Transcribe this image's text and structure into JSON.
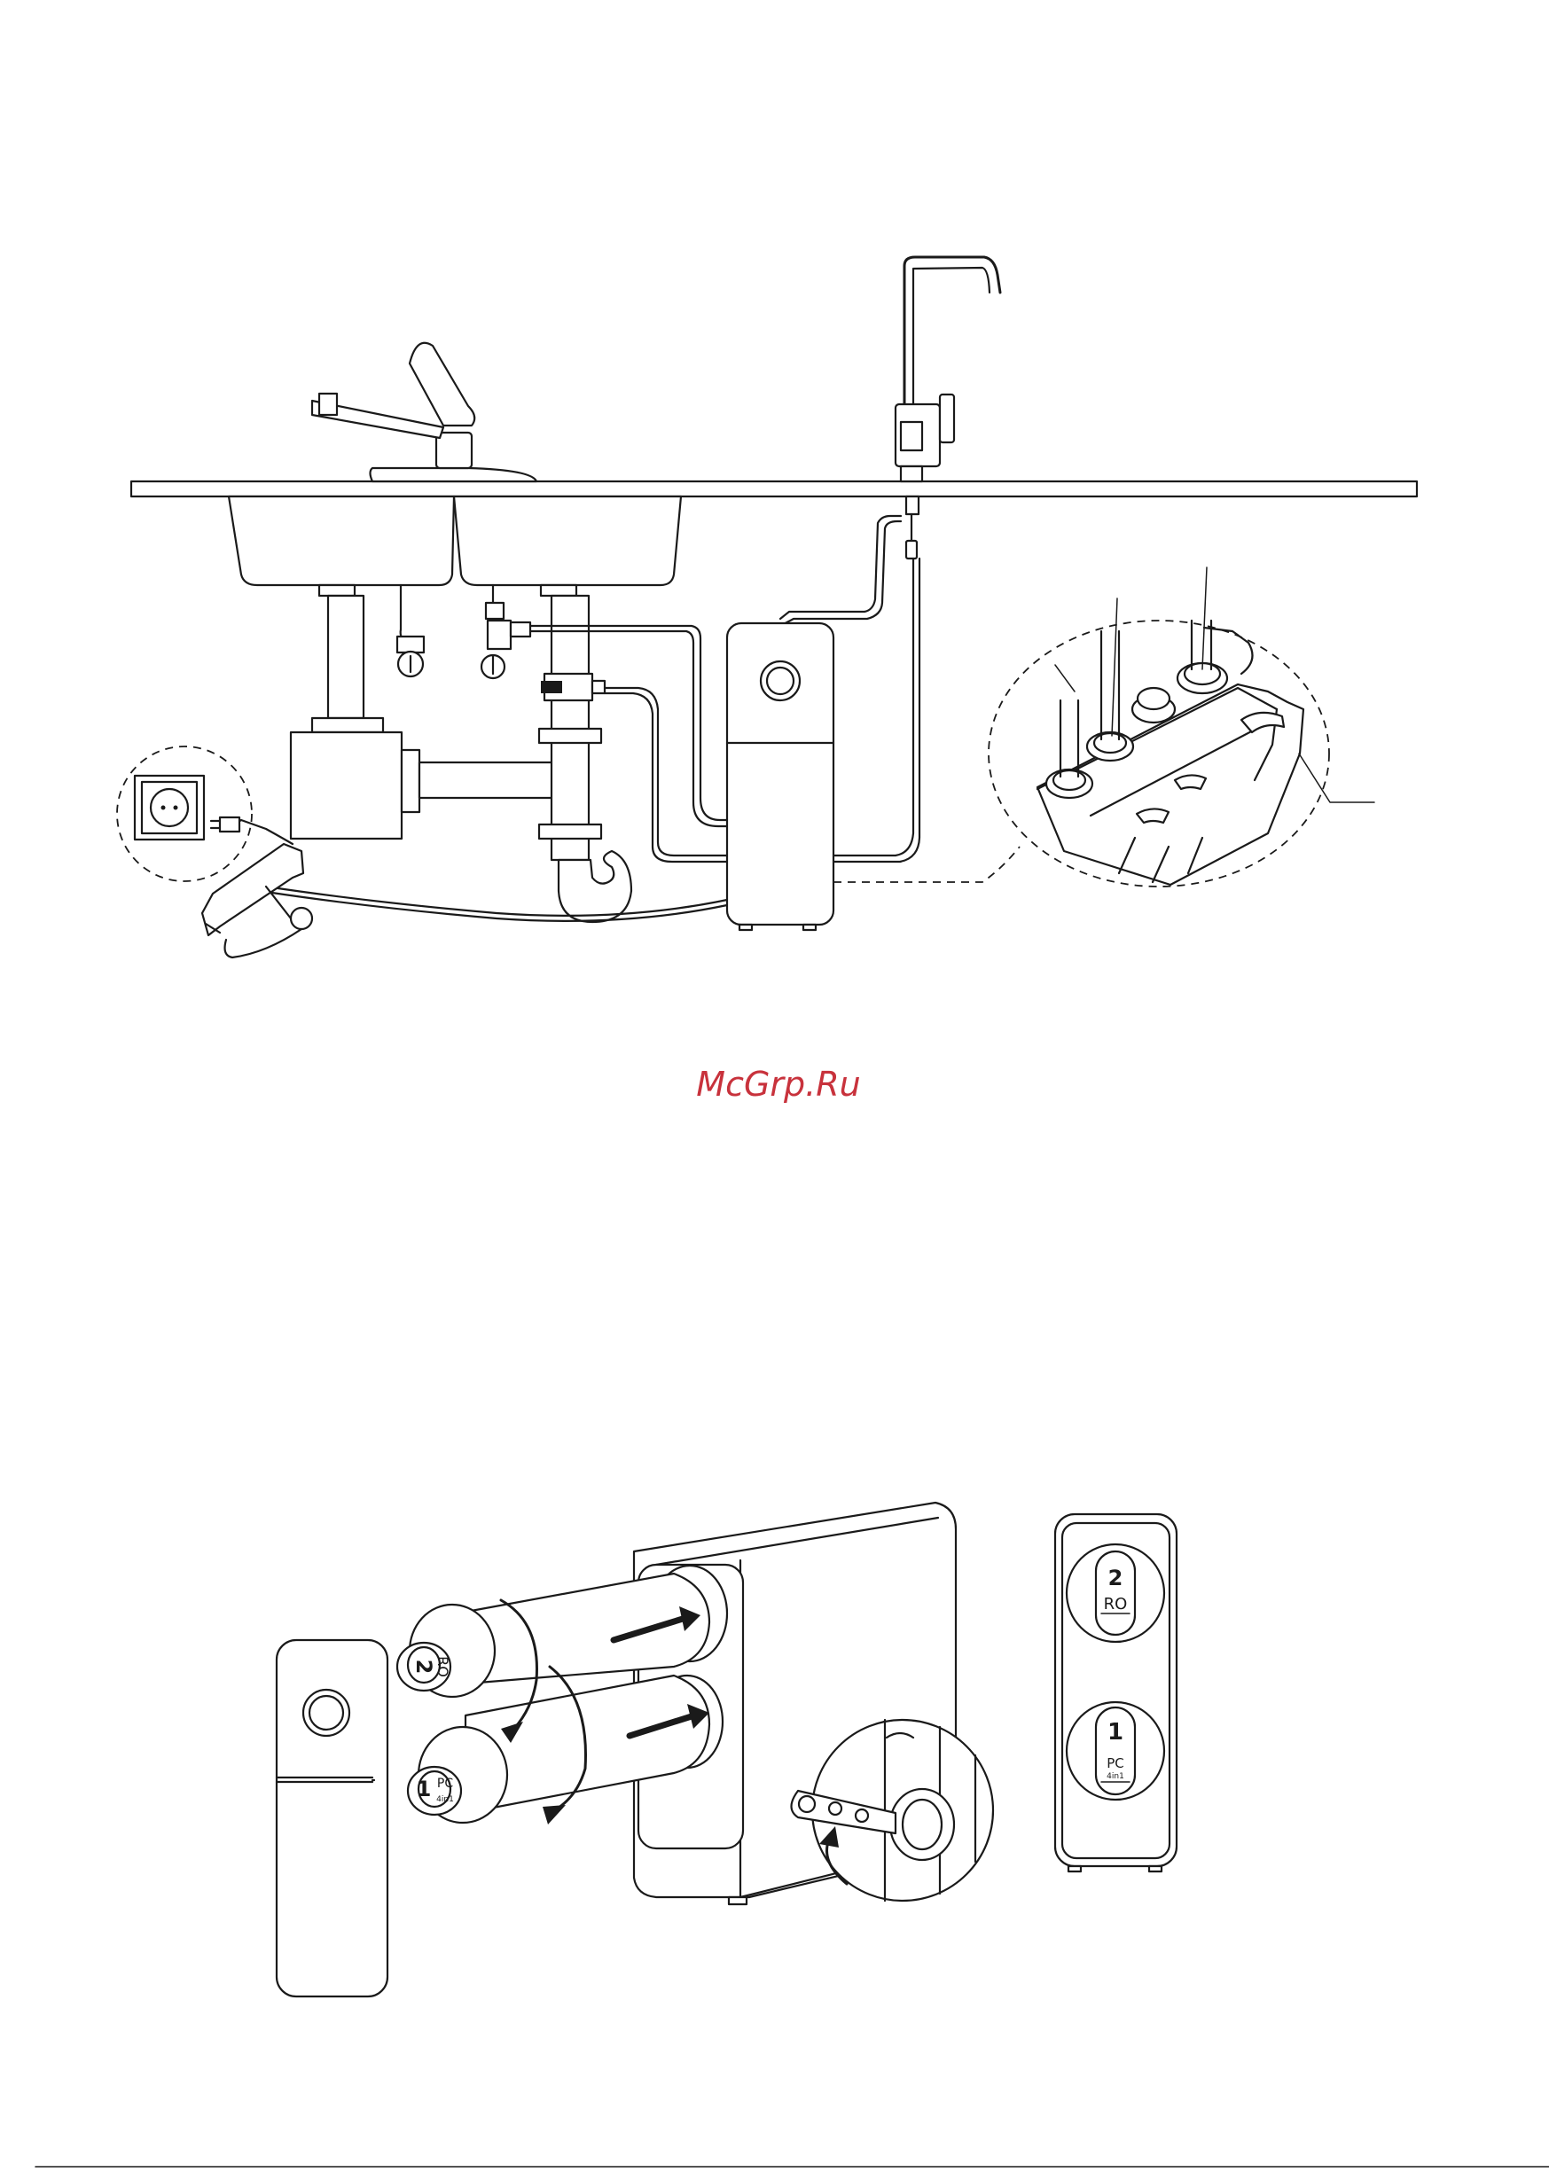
{
  "watermark": {
    "text": "McGrp.Ru",
    "color": "#c8323c"
  },
  "filters": {
    "ro": {
      "number": "2",
      "name": "RO"
    },
    "pc": {
      "number": "1",
      "name": "PC",
      "sub": "4in1"
    }
  },
  "colors": {
    "line": "#1a1a1a",
    "background": "#ffffff"
  }
}
